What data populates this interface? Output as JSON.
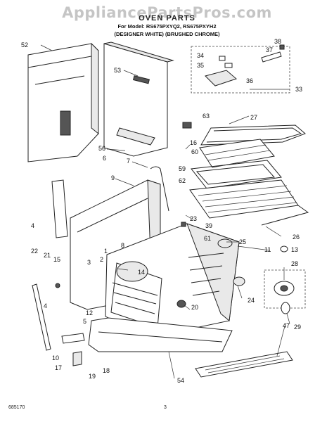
{
  "watermark": "AppliancePartsPros.com",
  "header": {
    "title": "OVEN PARTS",
    "model_line": "For Model: RS675PXYQ2, RS675PXYH2",
    "color_line": "(DESIGNER WHITE)   (BRUSHED CHROME)"
  },
  "footer": {
    "code": "685170",
    "page": "3"
  },
  "callouts": [
    "52",
    "53",
    "38",
    "37",
    "34",
    "35",
    "36",
    "33",
    "63",
    "27",
    "16",
    "60",
    "59",
    "62",
    "7",
    "9",
    "56",
    "6",
    "4",
    "23",
    "39",
    "26",
    "61",
    "25",
    "11",
    "13",
    "22",
    "21",
    "15",
    "3",
    "2",
    "1",
    "8",
    "14",
    "28",
    "24",
    "20",
    "12",
    "5",
    "10",
    "17",
    "18",
    "19",
    "54",
    "47",
    "29"
  ]
}
